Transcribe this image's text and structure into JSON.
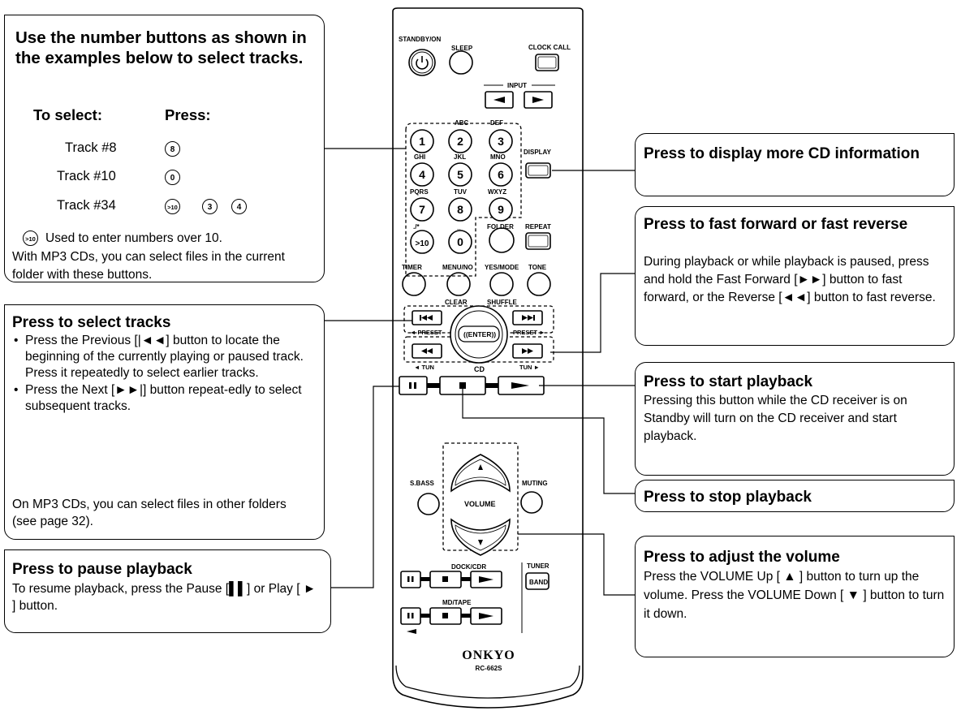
{
  "select_box": {
    "title": "Use the number buttons as shown in the examples below to select tracks.",
    "header_select": "To select:",
    "header_press": "Press:",
    "rows": [
      {
        "track": "Track #8",
        "keys": [
          "8"
        ]
      },
      {
        "track": "Track #10",
        "keys": [
          "0"
        ]
      },
      {
        "track": "Track #34",
        "keys": [
          ">10",
          "3",
          "4"
        ]
      }
    ],
    "key_gt10": ">10",
    "note_gt10": "Used to enter numbers over 10.",
    "note_mp3": "With MP3 CDs, you can select files in the current folder with these buttons."
  },
  "select_tracks_box": {
    "title": "Press to select tracks",
    "bullet1": "Press the Previous [|◄◄] button to locate the beginning of the currently playing or paused track. Press it repeatedly to select earlier tracks.",
    "bullet2": "Press the Next [►►|] button repeat-edly to select subsequent tracks.",
    "note": "On MP3 CDs, you can select files in other folders (see page 32)."
  },
  "pause_box": {
    "title": "Press to pause playback",
    "text": "To resume playback, press the Pause [▌▌] or Play [ ► ] button."
  },
  "display_box": {
    "title": "Press to display more CD information"
  },
  "fast_box": {
    "title": "Press to fast forward or fast reverse",
    "text": "During playback or while playback is paused, press and hold the Fast Forward [►►] button to fast forward, or the Reverse [◄◄] button to fast reverse."
  },
  "start_box": {
    "title": "Press to start playback",
    "text": "Pressing this button while the CD receiver is on Standby will turn on the CD receiver and start playback."
  },
  "stop_box": {
    "title": "Press to stop playback"
  },
  "volume_box": {
    "title": "Press to adjust the volume",
    "text": "Press the VOLUME Up [ ▲ ] button to turn up the volume. Press the VOLUME Down [ ▼ ] button to turn it down."
  },
  "remote": {
    "standby": "STANDBY/ON",
    "sleep": "SLEEP",
    "clock_call": "CLOCK CALL",
    "input": "INPUT",
    "display": "DISPLAY",
    "repeat": "REPEAT",
    "folder": "FOLDER",
    "timer": "TIMER",
    "menu_no": "MENU/NO",
    "yes_mode": "YES/MODE",
    "tone": "TONE",
    "clear": "CLEAR",
    "shuffle": "SHUFFLE",
    "preset_left": "◄ PRESET",
    "preset_right": "PRESET ►",
    "enter": "((ENTER))",
    "tun_left": "◄ TUN",
    "tun_right": "TUN ►",
    "cd": "CD",
    "s_bass": "S.BASS",
    "muting": "MUTING",
    "volume": "VOLUME",
    "dock_cdr": "DOCK/CDR",
    "tuner": "TUNER",
    "band": "BAND",
    "md_tape": "MD/TAPE",
    "brand": "ONKYO",
    "model": "RC-662S",
    "num_keys": [
      "1",
      "2",
      "3",
      "4",
      "5",
      "6",
      "7",
      "8",
      "9",
      ">10",
      "0"
    ],
    "letters": [
      "ABC",
      "DEF",
      "GHI",
      "JKL",
      "MNO",
      "PQRS",
      "TUV",
      "WXYZ",
      "./*",
      "_"
    ]
  }
}
